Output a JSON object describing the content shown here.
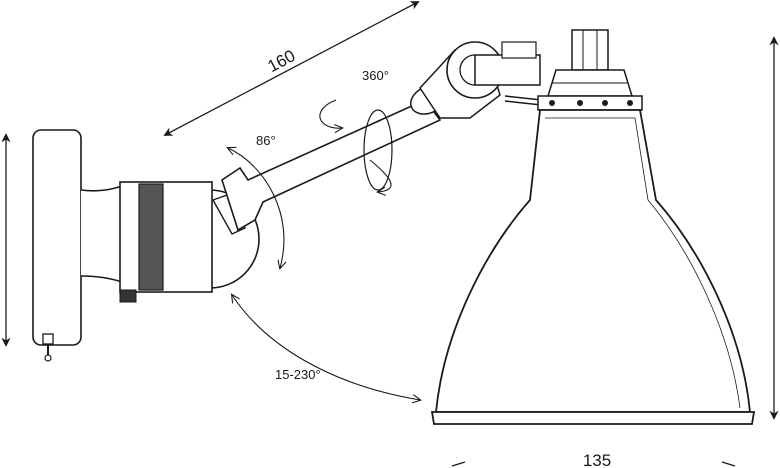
{
  "dimensions": {
    "arm_length": "160",
    "shade_diameter": "135"
  },
  "angles": {
    "arm_rotation": "360°",
    "shade_tilt": "86°",
    "arm_pivot": "15-230°"
  },
  "colors": {
    "line": "#1a1a1a",
    "shade_fill": "#ffffff",
    "band": "#555555"
  }
}
